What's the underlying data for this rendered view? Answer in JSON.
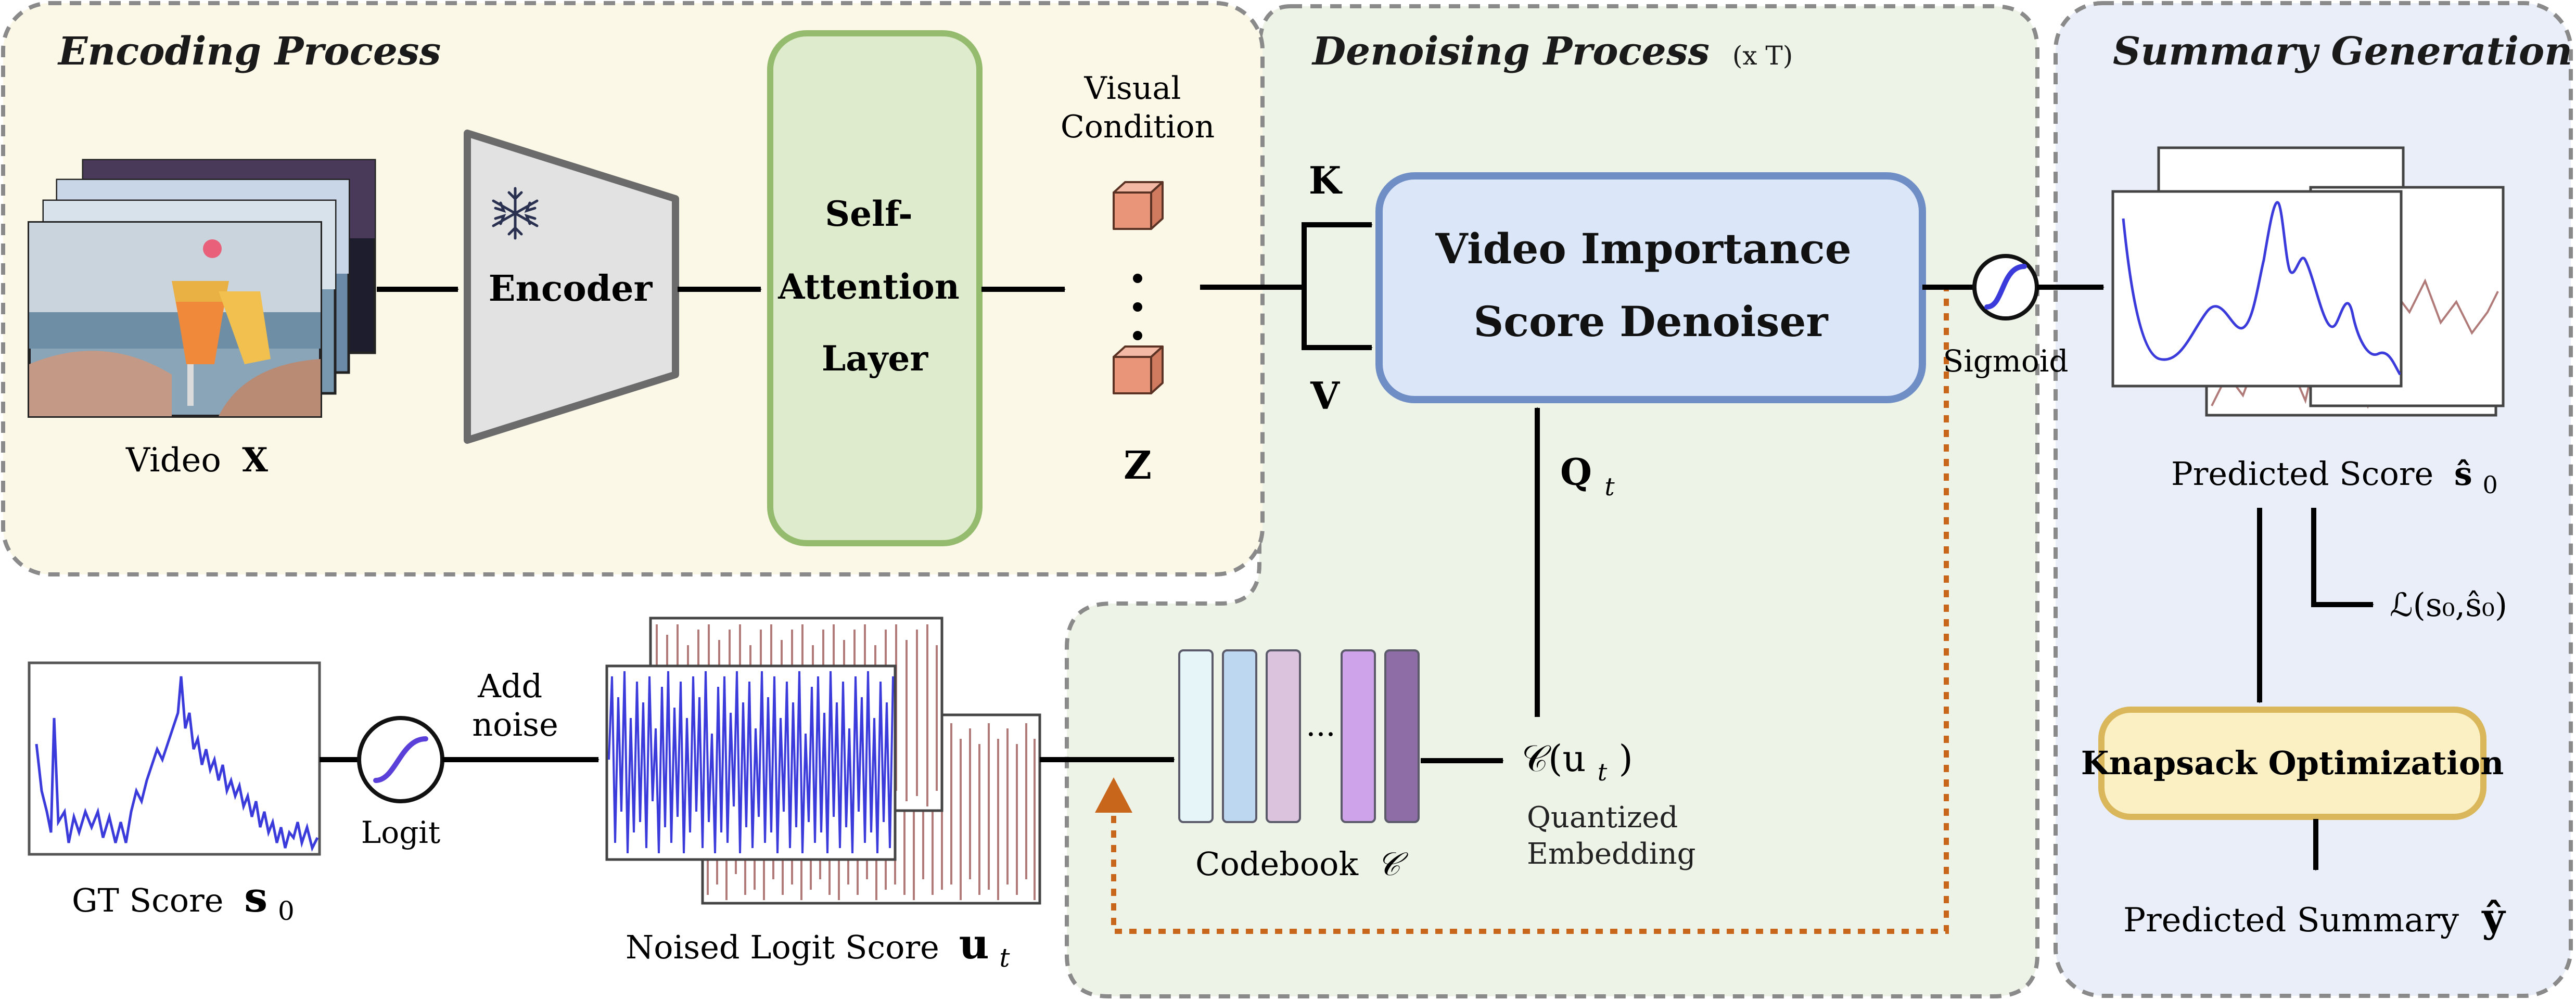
{
  "sections": {
    "encoding": {
      "title": "Encoding Process"
    },
    "denoising": {
      "title": "Denoising Process",
      "suffix": "(x T)"
    },
    "summary": {
      "title": "Summary Generation"
    }
  },
  "encoding": {
    "video_label": "Video",
    "video_symbol": "X",
    "encoder_label": "Encoder",
    "self_attention": [
      "Self-",
      "Attention",
      "Layer"
    ],
    "visual_condition": [
      "Visual",
      "Condition"
    ],
    "z_symbol": "Z"
  },
  "denoising": {
    "k_label": "K",
    "v_label": "V",
    "denoiser": [
      "Video Importance",
      "Score Denoiser"
    ],
    "q_label": "Q",
    "q_sub": "t",
    "codebook_label": "Codebook",
    "codebook_symbol": "𝒞",
    "codebook_dots": "···",
    "quantized_func": "𝒞(u",
    "quantized_sub": "t",
    "quantized_close": ")",
    "quantized_caption": [
      "Quantized",
      "Embedding"
    ]
  },
  "lower": {
    "gt_label": "GT Score",
    "gt_symbol": "s",
    "gt_sub": "0",
    "logit_label": "Logit",
    "add_noise": [
      "Add",
      "noise"
    ],
    "noised_label": "Noised Logit Score",
    "noised_symbol": "u",
    "noised_sub": "t"
  },
  "summary": {
    "sigmoid_label": "Sigmoid",
    "predicted_score_label": "Predicted Score",
    "predicted_score_symbol": "ŝ",
    "predicted_score_sub": "0",
    "loss": "ℒ(s₀,ŝ₀)",
    "knapsack": "Knapsack Optimization",
    "predicted_summary_label": "Predicted Summary",
    "predicted_summary_symbol": "ŷ"
  },
  "colors": {
    "encoding_bg": "#fbf8e8",
    "denoising_bg": "#eef3e8",
    "summary_bg": "#eaeef9",
    "dashed_border": "#8a8a8a",
    "self_attention_fill": "#dfebcd",
    "self_attention_border": "#94bb6e",
    "denoiser_fill": "#dbe6f8",
    "denoiser_border": "#6f8ec6",
    "knapsack_fill": "#fbf0c4",
    "knapsack_border": "#d9b75a",
    "cube": "#e8957a",
    "signal_blue": "#3b3bdc",
    "signal_red": "#b07a78",
    "feedback_orange": "#c8661c",
    "codebook": [
      "#e6f6f8",
      "#bcd7ef",
      "#dcc3dd",
      "#cfa3ea",
      "#8e6ca6"
    ]
  },
  "icons": [
    "snowflake-icon",
    "sigmoid-icon",
    "logit-icon",
    "cube-icon"
  ]
}
